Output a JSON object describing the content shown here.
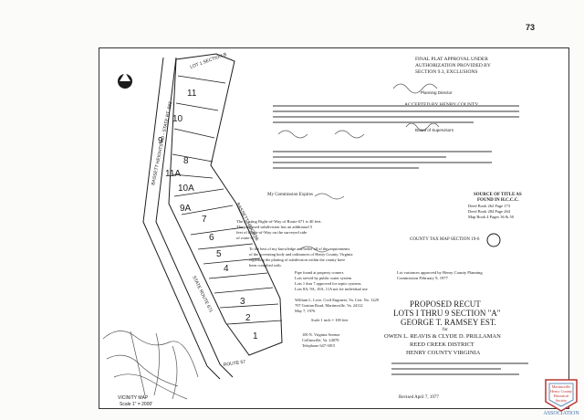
{
  "page_number": "73",
  "approval": {
    "line1": "FINAL PLAT APPROVAL UNDER",
    "line2": "AUTHORIZATION PROVIDED BY",
    "line3": "SECTION 9.3, EXCLUSIONS",
    "signature_caption": "Planning Director",
    "accepted_label": "ACCEPTED BY HENRY COUNTY",
    "accepted_caption": "Board of Supervisors"
  },
  "plat": {
    "lot_numbers": [
      "11",
      "10",
      "9",
      "8",
      "11A",
      "10A",
      "9A",
      "7",
      "6",
      "5",
      "4",
      "3",
      "2",
      "1"
    ],
    "lot_labels": [
      "LOT 1 SECTION B"
    ],
    "road_labels": [
      "BASSETT HEIGHTS RD - STATE RT. 683",
      "STATE ROUTE 671",
      "ROUTE 57"
    ],
    "boundary_label": "BASSETT HEIGHTS",
    "vicinity_map_label": "VICINITY MAP",
    "vicinity_scale": "Scale 1\" = 2000'"
  },
  "record": {
    "source_title": "SOURCE OF TITLE AS",
    "source_found": "FOUND IN H.C.C.C.",
    "deed_books": [
      "Deed Book 262 Page 173",
      "Deed Book 284 Page 264",
      "Map Book 4 Pages 36 & 50"
    ]
  },
  "county_tax_map": "COUNTY TAX MAP SECTION 19-6",
  "notary": {
    "commission_label": "My Commission Expires"
  },
  "row_note": {
    "line1": "The existing Right-of-Way of Route 671 is 40 feet.",
    "line2": "The proposed subdivision has an additional 5",
    "line3": "feet of Right-of-Way on the surveyed side",
    "line4": "of route 671."
  },
  "certify": {
    "line1": "To the best of my knowledge and belief all of the requirements",
    "line2": "of the governing body and ordinances of Henry County, Virginia",
    "line3": "regarding the platting of subdivision within the county have",
    "line4": "been complied with."
  },
  "legend": {
    "item1": "Pipe found at property corners",
    "item2": "Lots served by public water system",
    "item3": "Lots 1 thru 7 approved for septic systems",
    "item4": "Lots 8A, 9A, 10A, 11A not for individual use"
  },
  "surveyor": {
    "line1": "William L. Love, Civil Engineer, Va. Cert. No. 1229",
    "line2": "707 Grattan Road, Martinsville, Va. 24112",
    "line3": "May 7, 1976",
    "scale": "Scale 1 inch = 100 feet"
  },
  "address": {
    "line1": "100 N. Virginia Avenue",
    "line2": "Collinsville, Va. 24078",
    "line3": "Telephone 647-3815"
  },
  "commission_note": {
    "line1": "Lot variances approved by Henry County Planning",
    "line2": "Commission February 9, 1977"
  },
  "title_block": {
    "line1": "PROPOSED RECUT",
    "line2": "LOTS I THRU 9 SECTION \"A\"",
    "line3": "GEORGE T. RAMSEY EST.",
    "for": "for",
    "owners": "OWEN L. REAVIS & CLYDE D. PRILLAMAN",
    "district": "REED CREEK DISTRICT",
    "county": "HENRY COUNTY VIRGINIA",
    "revised": "Revised April 7, 1977"
  },
  "logo": {
    "line1": "Martinsville",
    "line2": "Henry County",
    "line3": "Historical",
    "line4": "Society",
    "line5": "ASSOCIATION"
  },
  "colors": {
    "ink": "#1c1c1c",
    "paper": "#ffffff",
    "logo_red": "#b5362f",
    "logo_blue": "#3f6fa8"
  }
}
